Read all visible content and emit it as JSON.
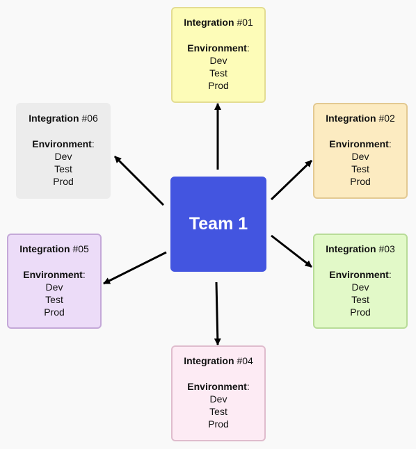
{
  "hub": {
    "label": "Team 1",
    "color": "#4355e0"
  },
  "environment_label": "Environment",
  "integrations": [
    {
      "key": "Integration",
      "number": "#01",
      "environments": [
        "Dev",
        "Test",
        "Prod"
      ],
      "fill": "#fdfcb8",
      "border": "#e3dc93"
    },
    {
      "key": "Integration",
      "number": "#02",
      "environments": [
        "Dev",
        "Test",
        "Prod"
      ],
      "fill": "#fcebc1",
      "border": "#e3c992"
    },
    {
      "key": "Integration",
      "number": "#03",
      "environments": [
        "Dev",
        "Test",
        "Prod"
      ],
      "fill": "#e2f9c8",
      "border": "#b8dc98"
    },
    {
      "key": "Integration",
      "number": "#04",
      "environments": [
        "Dev",
        "Test",
        "Prod"
      ],
      "fill": "#fdebf4",
      "border": "#dfbccd"
    },
    {
      "key": "Integration",
      "number": "#05",
      "environments": [
        "Dev",
        "Test",
        "Prod"
      ],
      "fill": "#ecdcf8",
      "border": "#c4a8d8"
    },
    {
      "key": "Integration",
      "number": "#06",
      "environments": [
        "Dev",
        "Test",
        "Prod"
      ],
      "fill": "#ececec",
      "border": "#ececec"
    }
  ]
}
